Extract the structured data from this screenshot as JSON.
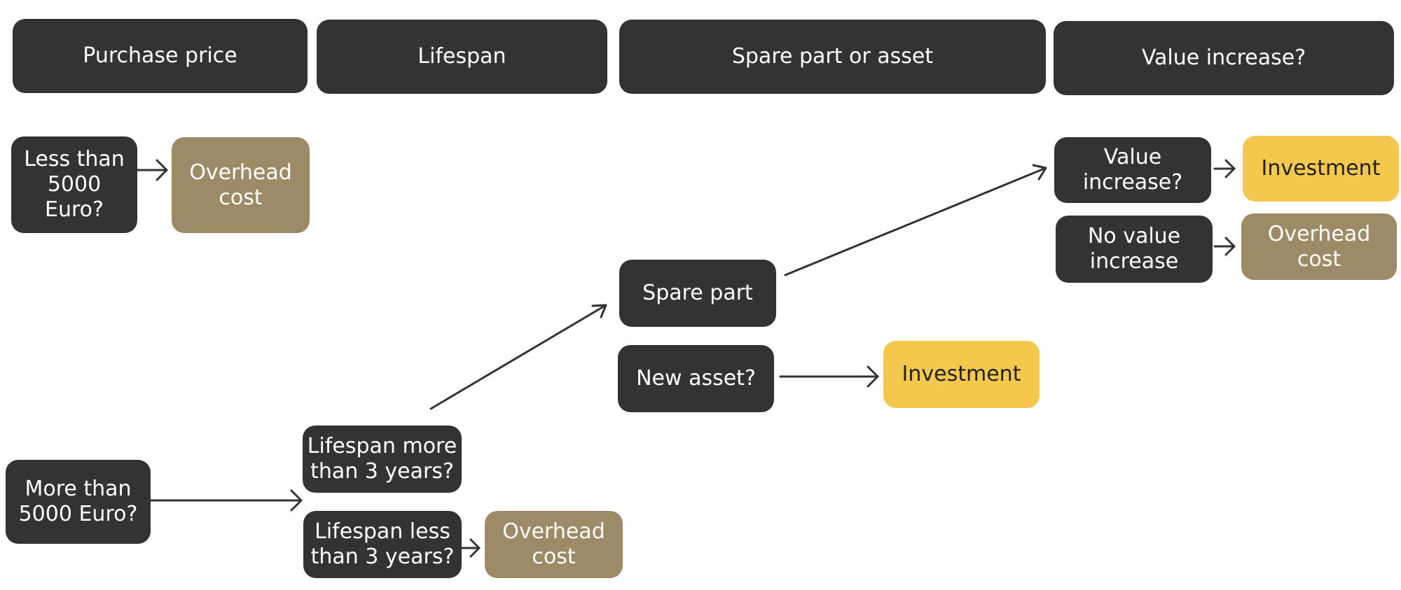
{
  "headers": {
    "purchase_price": "Purchase price",
    "lifespan": "Lifespan",
    "spare_or_asset": "Spare part or asset",
    "value_increase": "Value increase?"
  },
  "nodes": {
    "less_than_5000": "Less than\n5000\nEuro?",
    "overhead_cost_1": "Overhead\ncost",
    "more_than_5000": "More than\n5000 Euro?",
    "lifespan_more": "Lifespan more\nthan 3 years?",
    "lifespan_less": "Lifespan less\nthan 3 years?",
    "overhead_cost_2": "Overhead\ncost",
    "spare_part": "Spare part",
    "new_asset": "New asset?",
    "investment_1": "Investment",
    "value_increase_q": "Value\nincrease?",
    "no_value_increase": "No value\nincrease",
    "investment_2": "Investment",
    "overhead_cost_3": "Overhead cost"
  },
  "colors": {
    "dark": "#333333",
    "tan": "#9d8b68",
    "gold": "#f4c84d"
  }
}
